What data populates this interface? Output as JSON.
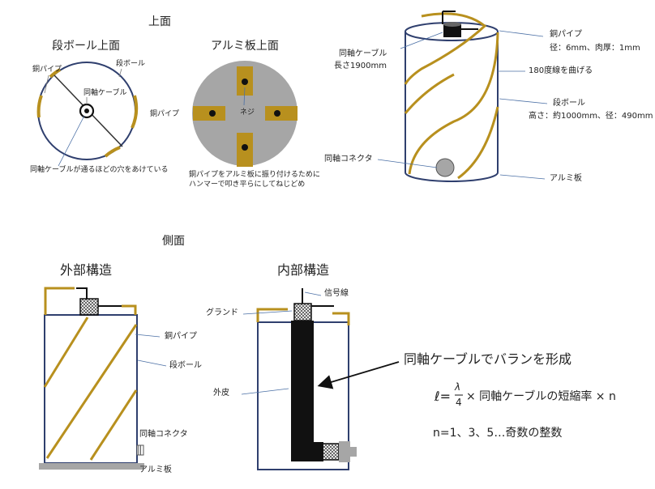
{
  "top": {
    "section_title": "上面",
    "cardboard": {
      "title": "段ボール上面",
      "copper_pipe": "銅パイプ",
      "cardboard": "段ボール",
      "coax_cable": "同軸ケーブル",
      "hole_note": "同軸ケーブルが通るほどの穴をあけている"
    },
    "aluminum": {
      "title": "アルミ板上面",
      "copper_pipe": "銅パイプ",
      "screw": "ネジ",
      "note_line1": "銅パイプをアルミ板に振り付けるために",
      "note_line2": "ハンマーで叩き平らにしてねじどめ"
    },
    "perspective": {
      "coax_cable": "同軸ケーブル",
      "length": "長さ1900mm",
      "copper_pipe": "銅パイプ",
      "pipe_spec": "径：6mm、肉厚：1mm",
      "bend": "180度線を曲げる",
      "cardboard": "段ボール",
      "cardboard_spec": "高さ：約1000mm、径：490mm",
      "coax_connector": "同軸コネクタ",
      "aluminum_plate": "アルミ板"
    }
  },
  "side": {
    "section_title": "側面",
    "external": {
      "title": "外部構造",
      "copper_pipe": "銅パイプ",
      "cardboard": "段ボール",
      "coax_connector": "同軸コネクタ",
      "aluminum_plate": "アルミ板"
    },
    "internal": {
      "title": "内部構造",
      "signal_wire": "信号線",
      "ground": "グランド",
      "outer_sheath": "外皮"
    }
  },
  "formula": {
    "heading": "同軸ケーブルでバランを形成",
    "lhs": "ℓ=",
    "numerator": "λ",
    "denominator": "4",
    "rhs": "× 同軸ケーブルの短縮率 × n",
    "n_note": "n=1、3、5…奇数の整数"
  },
  "colors": {
    "copper": "#b8901e",
    "outline": "#2f3f6e",
    "aluminum": "#a6a6a6",
    "cable": "#111111"
  }
}
